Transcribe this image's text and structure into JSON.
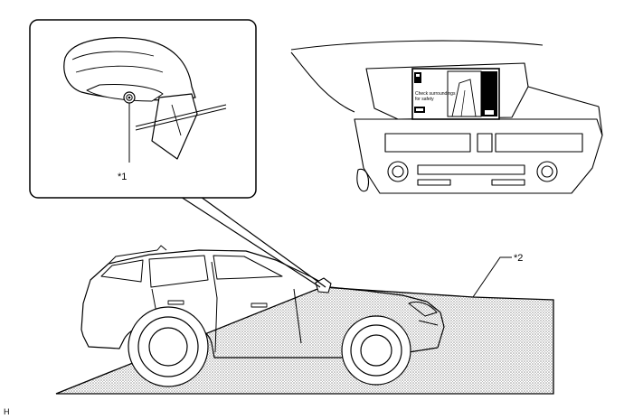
{
  "figure": {
    "callouts": {
      "side_camera": "*1",
      "camera_view_area": "*2"
    },
    "display_message": {
      "line1": "Check surroundings",
      "line2": "for safety"
    },
    "corner_code": "H"
  }
}
